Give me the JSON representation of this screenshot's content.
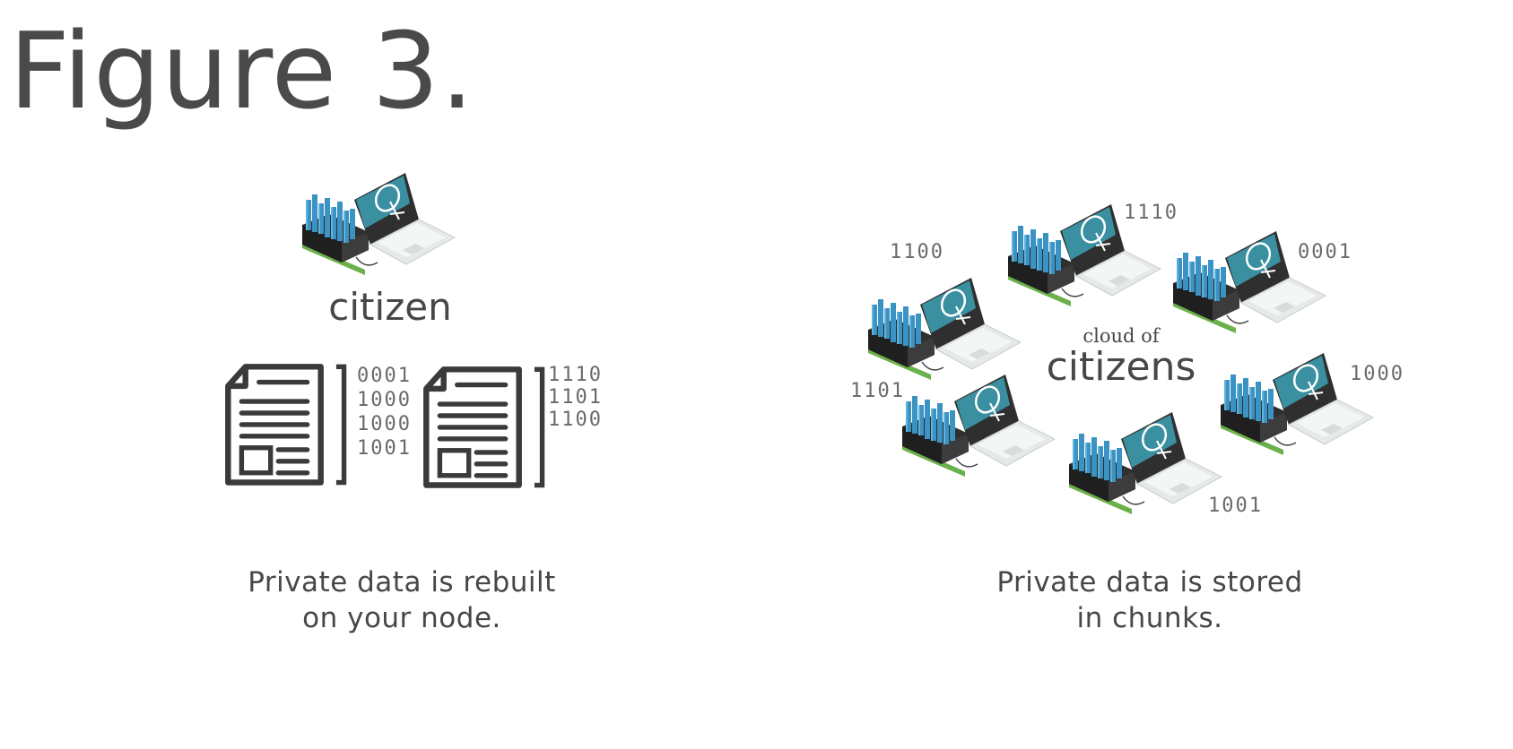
{
  "title": "Figure 3.",
  "left_panel": {
    "node_label": "citizen",
    "doc1_bits": [
      "0001",
      "1000",
      "1000",
      "1001"
    ],
    "doc2_bits": [
      "1110",
      "1101",
      "1100"
    ],
    "caption_line1": "Private data is rebuilt",
    "caption_line2": "on your node."
  },
  "right_panel": {
    "center_small": "cloud of",
    "center_big": "citizens",
    "node_bits": {
      "top_left": "1100",
      "top_center": "1110",
      "top_right": "0001",
      "mid_left": "1101",
      "mid_right": "1000",
      "bottom": "1001"
    },
    "caption_line1": "Private data is stored",
    "caption_line2": "in chunks."
  },
  "colors": {
    "text": "#474747",
    "screen_teal": "#3a8fa0",
    "server_blue": "#3b93c4",
    "server_base": "#2e2e2e",
    "board_green": "#6bb04a",
    "laptop_body": "#e6e9ea"
  }
}
